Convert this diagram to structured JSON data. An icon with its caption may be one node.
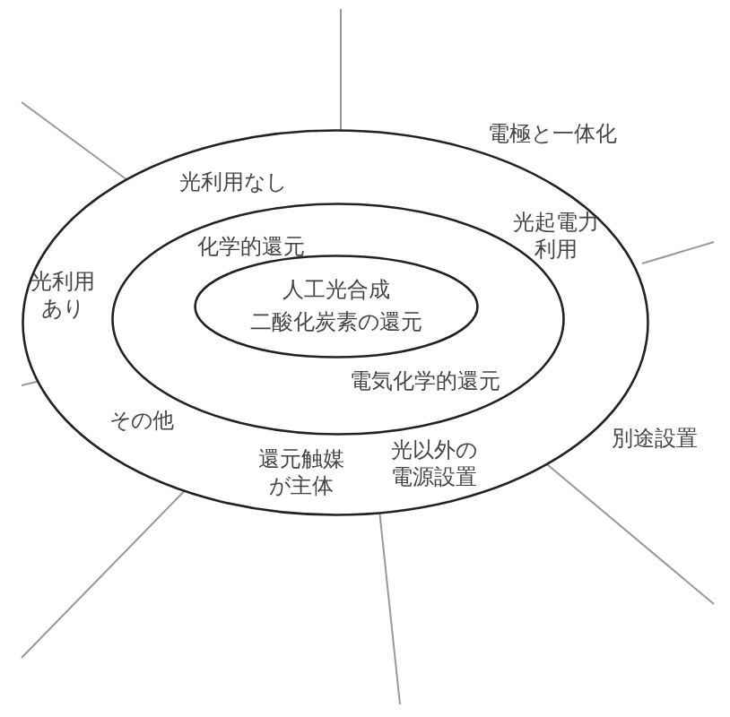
{
  "diagram": {
    "nodes": [
      {
        "text": [],
        "shape": "circle"
      },
      {
        "text": [],
        "shape": "circle",
        "in": 0
      },
      {
        "text": [
          "人工光合成",
          "二酸化炭素の還元"
        ],
        "in": 1
      }
    ],
    "edges": [],
    "labels": [
      "電極と一体化",
      "光利用なし",
      "化学的還元",
      "光起電力利用",
      "光利用あり",
      "電気化学的還元",
      "その他",
      "別途設置",
      "還元触媒が主体",
      "光以外の電源設置"
    ]
  }
}
